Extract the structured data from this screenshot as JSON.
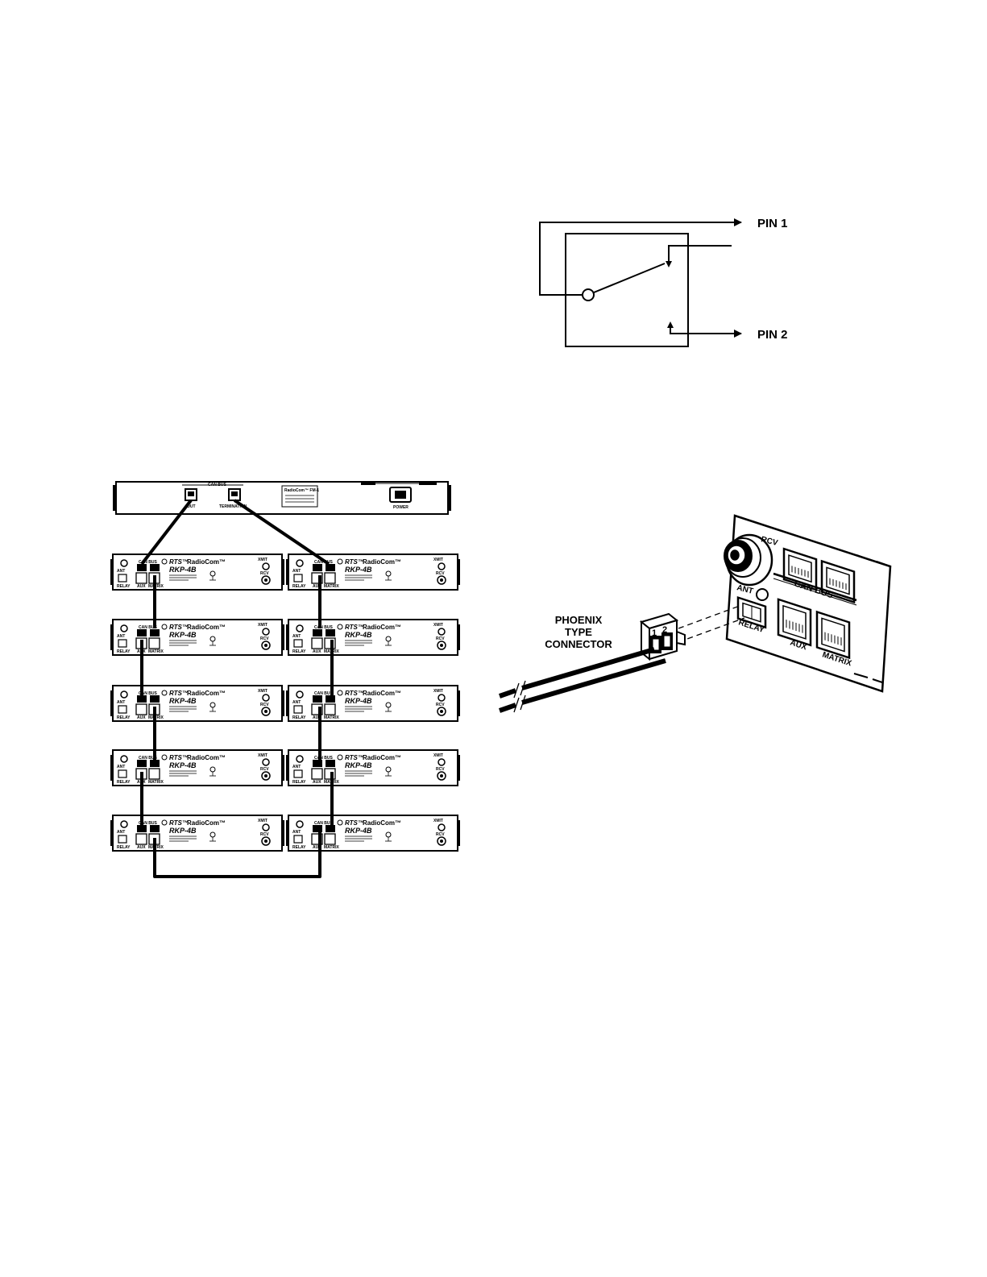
{
  "relay_schematic": {
    "pin1_label": "PIN 1",
    "pin2_label": "PIN 2"
  },
  "can_bus_chain": {
    "frame_unit": {
      "can_bus_label": "CAN BUS",
      "out_label": "OUT",
      "termination_label": "TERMINATION",
      "product_label": "RadioCom™  FM-1",
      "power_label": "POWER"
    },
    "rkp_unit": {
      "brand_rts": "RTS™",
      "brand_radiocom": "RadioCom™",
      "model": "RKP-4B",
      "can_bus_label": "CAN BUS",
      "relay_label": "RELAY",
      "aux_label": "AUX",
      "matrix_label": "MATRIX",
      "ant_label": "ANT",
      "rcv_label": "RCV",
      "xmit_label": "XMIT"
    }
  },
  "connector_detail": {
    "caption_line1": "PHOENIX",
    "caption_line2": "TYPE",
    "caption_line3": "CONNECTOR",
    "pin_1": "1",
    "pin_2": "2",
    "rcv_label": "RCV",
    "ant_label": "ANT",
    "can_bus_label": "CAN BUS",
    "relay_label": "RELAY",
    "aux_label": "AUX",
    "matrix_label": "MATRIX"
  }
}
